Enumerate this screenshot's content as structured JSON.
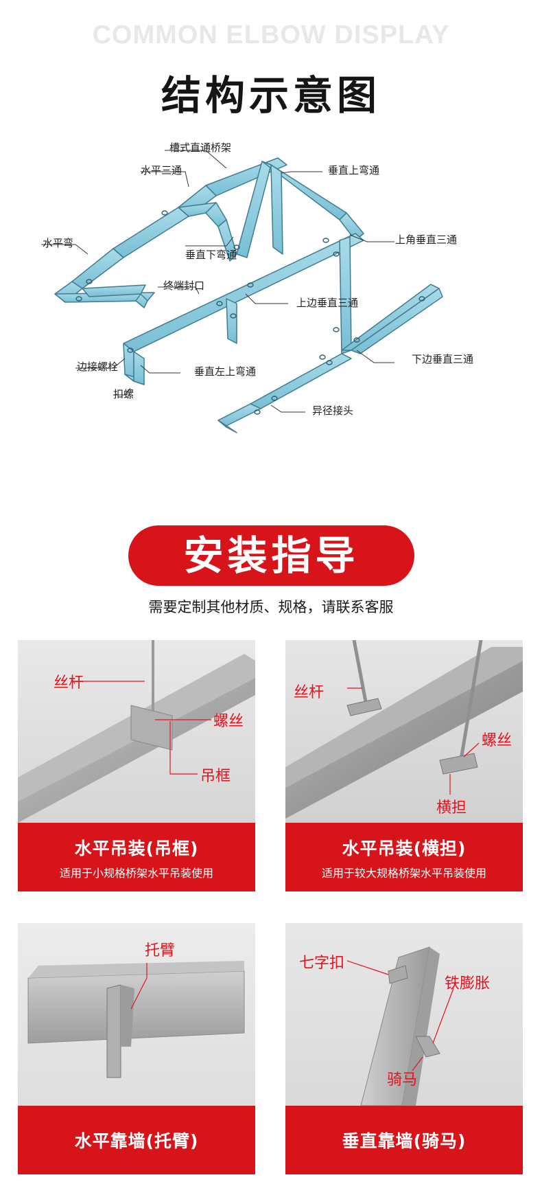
{
  "header": {
    "bg_title": "COMMON ELBOW DISPLAY",
    "title": "结构示意图"
  },
  "diagram": {
    "labels": {
      "straight": "槽式直通桥架",
      "h_tee": "水平三通",
      "v_up_bend": "垂直上弯通",
      "h_bend": "水平弯",
      "up_corner_tee": "上角垂直三通",
      "v_down_bend": "垂直下弯通",
      "end_cap": "终端封口",
      "up_side_tee": "上边垂直三通",
      "down_side_tee": "下边垂直三通",
      "side_bolt": "边接螺栓",
      "v_left_up_bend": "垂直左上弯通",
      "nut": "扣螺",
      "reducer": "异径接头"
    }
  },
  "install": {
    "title": "安装指导",
    "subtitle": "需要定制其他材质、规格，请联系客服"
  },
  "cards": [
    {
      "labels": [
        "丝杆",
        "螺丝",
        "吊框"
      ],
      "title": "水平吊装(吊框)",
      "desc": "适用于小规格桥架水平吊装使用"
    },
    {
      "labels": [
        "丝杆",
        "螺丝",
        "横担"
      ],
      "title": "水平吊装(横担)",
      "desc": "适用于较大规格桥架水平吊装使用"
    },
    {
      "labels": [
        "托臂"
      ],
      "title": "水平靠墙(托臂)",
      "desc": ""
    },
    {
      "labels": [
        "七字扣",
        "铁膨胀",
        "骑马"
      ],
      "title": "垂直靠墙(骑马)",
      "desc": ""
    }
  ],
  "colors": {
    "accent_red": "#d7141a",
    "tray_blue": "#8dcde0",
    "label_red": "#e8101a"
  }
}
